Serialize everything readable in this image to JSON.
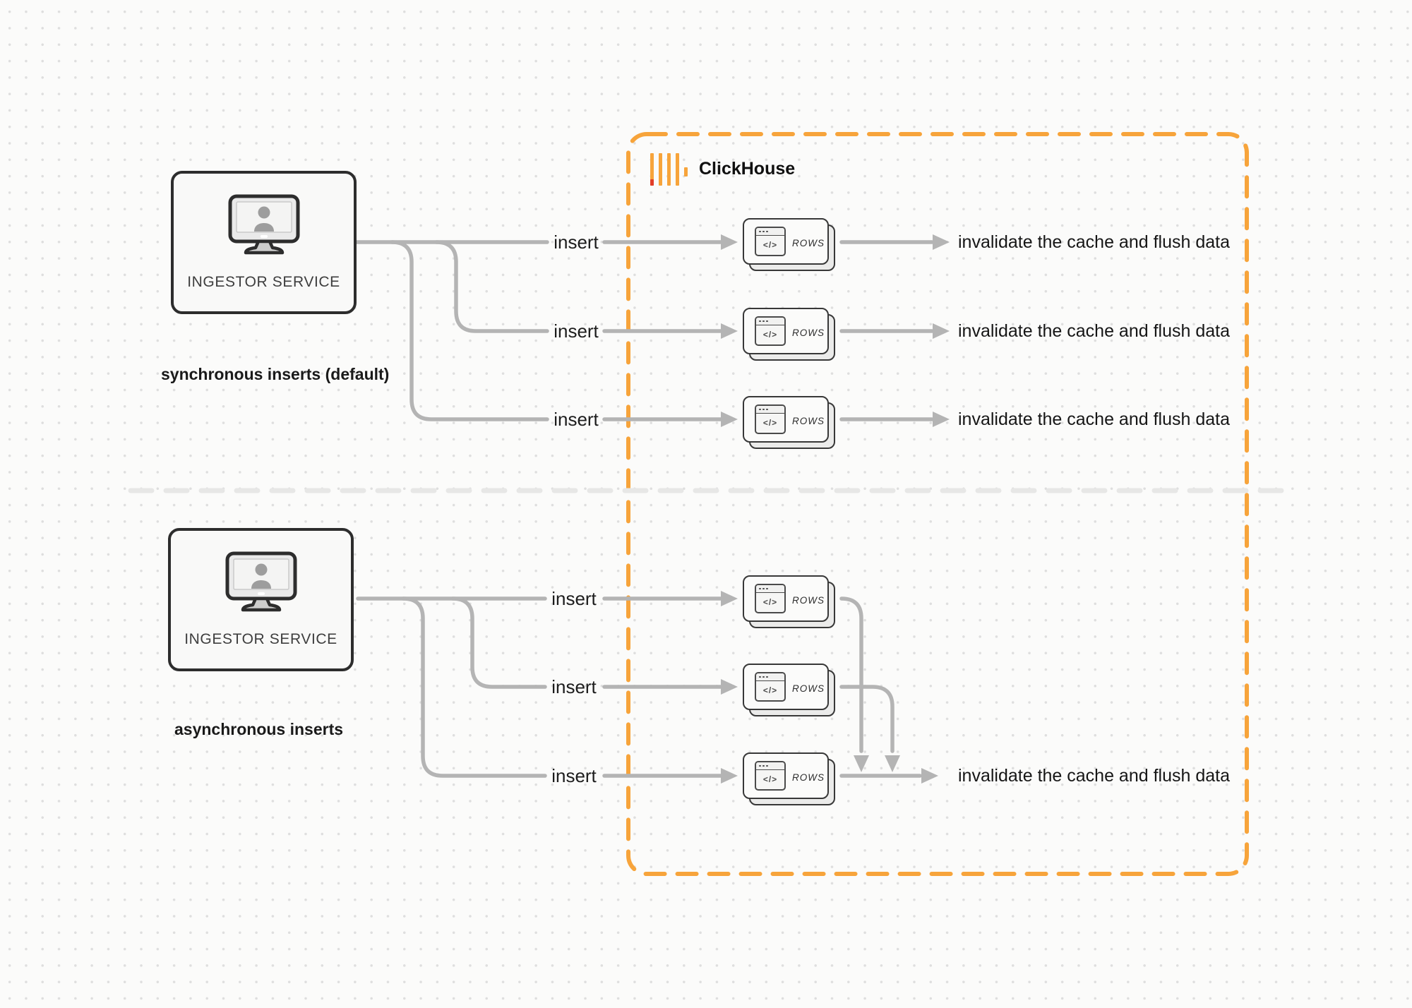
{
  "colors": {
    "background": "#fbfbfa",
    "dot_grid": "#dedede",
    "connector_gray": "#b4b4b4",
    "box_border_dark": "#2d2d2d",
    "clickhouse_orange": "#f7a43b",
    "clickhouse_red": "#e23d28",
    "divider_gray": "#e7e7e6"
  },
  "clickhouse": {
    "wordmark": "ClickHouse"
  },
  "sync": {
    "ingestor_label": "INGESTOR SERVICE",
    "caption": "synchronous inserts (default)",
    "rows": [
      {
        "insert_label": "insert",
        "node_glyph": "</>",
        "node_label": "ROWS",
        "result_label": "invalidate the cache and flush data"
      },
      {
        "insert_label": "insert",
        "node_glyph": "</>",
        "node_label": "ROWS",
        "result_label": "invalidate the cache and flush data"
      },
      {
        "insert_label": "insert",
        "node_glyph": "</>",
        "node_label": "ROWS",
        "result_label": "invalidate the cache and flush data"
      }
    ]
  },
  "asynchronous": {
    "ingestor_label": "INGESTOR SERVICE",
    "caption": "asynchronous inserts",
    "rows": [
      {
        "insert_label": "insert",
        "node_glyph": "</>",
        "node_label": "ROWS"
      },
      {
        "insert_label": "insert",
        "node_glyph": "</>",
        "node_label": "ROWS"
      },
      {
        "insert_label": "insert",
        "node_glyph": "</>",
        "node_label": "ROWS"
      }
    ],
    "result_label": "invalidate the cache and flush data"
  }
}
